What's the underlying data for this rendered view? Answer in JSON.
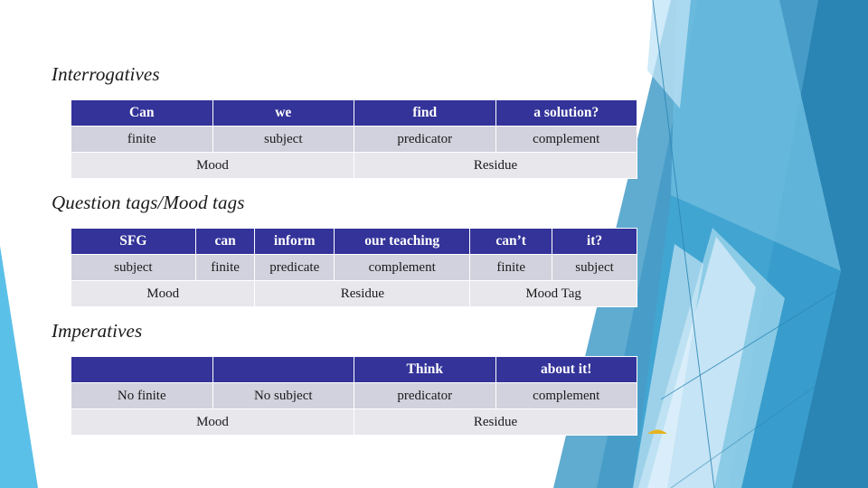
{
  "slide": {
    "background_color": "#ffffff",
    "accent_header_color": "#333399",
    "row_function_color": "#d2d2de",
    "row_group_color": "#e7e7ec",
    "decor_colors": {
      "sky": "#5bc0e8",
      "mid_blue": "#4a9fc9",
      "steel_blue": "#2b86b5",
      "deep_blue": "#1f6fa3",
      "pale_blue": "#a8d9ef",
      "very_pale": "#cfe9f7",
      "gold": "#e6b422"
    }
  },
  "sections": [
    {
      "id": "interrogatives",
      "heading": "Interrogatives",
      "columns": 4,
      "rows": [
        {
          "kind": "head",
          "cells": [
            {
              "text": "Can",
              "span": 1
            },
            {
              "text": "we",
              "span": 1
            },
            {
              "text": "find",
              "span": 1
            },
            {
              "text": "a solution?",
              "span": 1
            }
          ]
        },
        {
          "kind": "function",
          "cells": [
            {
              "text": "finite",
              "span": 1
            },
            {
              "text": "subject",
              "span": 1
            },
            {
              "text": "predicator",
              "span": 1
            },
            {
              "text": "complement",
              "span": 1
            }
          ]
        },
        {
          "kind": "group",
          "cells": [
            {
              "text": "Mood",
              "span": 2
            },
            {
              "text": "Residue",
              "span": 2
            }
          ]
        }
      ]
    },
    {
      "id": "questiontags",
      "heading": "Question tags/Mood tags",
      "columns": 6,
      "rows": [
        {
          "kind": "head",
          "cells": [
            {
              "text": "SFG",
              "span": 1
            },
            {
              "text": "can",
              "span": 1
            },
            {
              "text": "inform",
              "span": 1
            },
            {
              "text": "our teaching",
              "span": 1
            },
            {
              "text": "can’t",
              "span": 1
            },
            {
              "text": "it?",
              "span": 1
            }
          ]
        },
        {
          "kind": "function",
          "cells": [
            {
              "text": "subject",
              "span": 1
            },
            {
              "text": "finite",
              "span": 1
            },
            {
              "text": "predicate",
              "span": 1
            },
            {
              "text": "complement",
              "span": 1
            },
            {
              "text": "finite",
              "span": 1
            },
            {
              "text": "subject",
              "span": 1
            }
          ]
        },
        {
          "kind": "group",
          "cells": [
            {
              "text": "Mood",
              "span": 2
            },
            {
              "text": "Residue",
              "span": 2
            },
            {
              "text": "Mood Tag",
              "span": 2
            }
          ]
        }
      ]
    },
    {
      "id": "imperatives",
      "heading": "Imperatives",
      "columns": 4,
      "rows": [
        {
          "kind": "head",
          "cells": [
            {
              "text": "",
              "span": 1
            },
            {
              "text": "",
              "span": 1
            },
            {
              "text": "Think",
              "span": 1
            },
            {
              "text": "about it!",
              "span": 1
            }
          ]
        },
        {
          "kind": "function",
          "cells": [
            {
              "text": "No finite",
              "span": 1
            },
            {
              "text": "No subject",
              "span": 1
            },
            {
              "text": "predicator",
              "span": 1
            },
            {
              "text": "complement",
              "span": 1
            }
          ]
        },
        {
          "kind": "group",
          "cells": [
            {
              "text": "Mood",
              "span": 2
            },
            {
              "text": "Residue",
              "span": 2
            }
          ]
        }
      ]
    }
  ]
}
